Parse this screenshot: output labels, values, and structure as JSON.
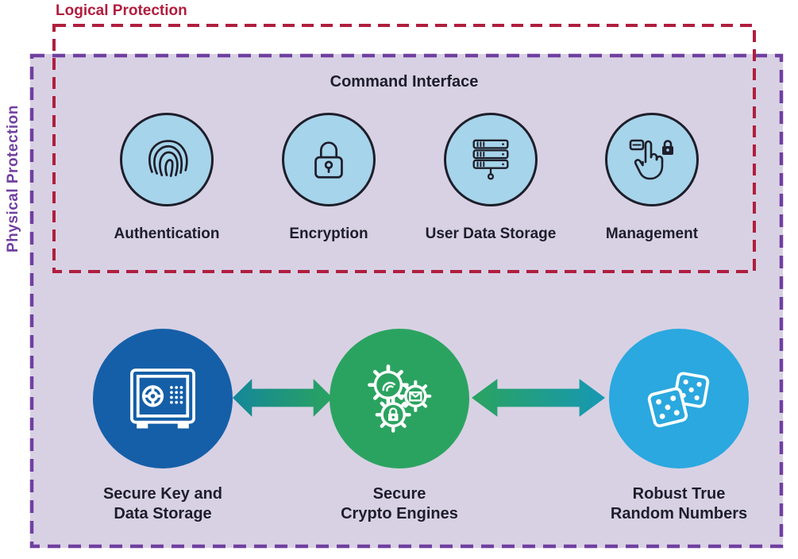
{
  "regions": {
    "logical": {
      "label": "Logical Protection"
    },
    "physical": {
      "label": "Physical Protection"
    }
  },
  "command_interface": {
    "title": "Command Interface",
    "items": [
      {
        "label": "Authentication",
        "icon": "fingerprint-icon"
      },
      {
        "label": "Encryption",
        "icon": "padlock-icon"
      },
      {
        "label": "User Data Storage",
        "icon": "server-stack-icon"
      },
      {
        "label": "Management",
        "icon": "hand-press-lock-icon"
      }
    ]
  },
  "core": {
    "items": [
      {
        "lines": [
          "Secure Key and",
          "Data Storage"
        ],
        "icon": "safe-icon",
        "color": "#155fa8"
      },
      {
        "lines": [
          "Secure",
          "Crypto Engines"
        ],
        "icon": "crypto-gears-icon",
        "color": "#2ba360"
      },
      {
        "lines": [
          "Robust True",
          "Random Numbers"
        ],
        "icon": "dice-icon",
        "color": "#2aa8df"
      }
    ],
    "arrows": [
      {
        "name": "storage-crypto-arrow",
        "direction": "bidirectional"
      },
      {
        "name": "crypto-random-arrow",
        "direction": "bidirectional"
      }
    ]
  },
  "colors": {
    "logical_border": "#b01e3e",
    "physical_border": "#7040a0",
    "panel_background": "#d8d1e4",
    "command_circle_fill": "#a6d4ea",
    "outline": "#1e1e2a",
    "arrow_teal": "#14879a",
    "arrow_green": "#2aa35f"
  }
}
